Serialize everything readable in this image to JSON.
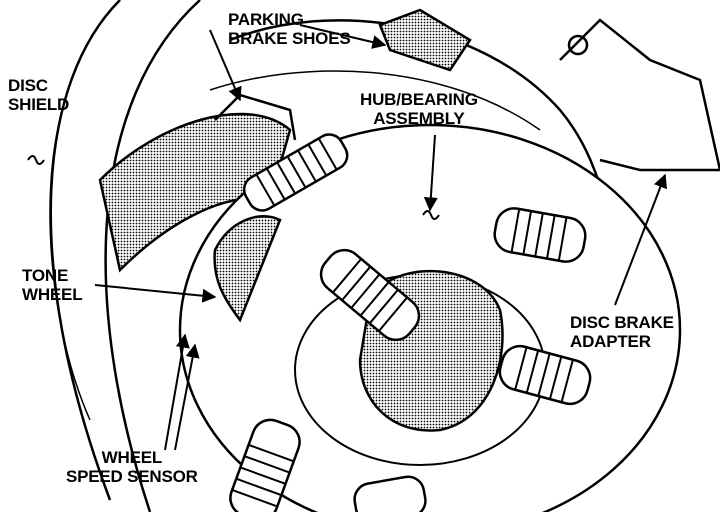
{
  "labels": {
    "parking_brake_shoes": [
      "PARKING",
      "BRAKE SHOES"
    ],
    "disc_shield": [
      "DISC",
      "SHIELD"
    ],
    "hub_bearing_assembly": [
      "HUB/BEARING",
      "ASSEMBLY"
    ],
    "tone_wheel": [
      "TONE",
      "WHEEL"
    ],
    "disc_brake_adapter": [
      "DISC BRAKE",
      "ADAPTER"
    ],
    "wheel_speed_sensor": [
      "WHEEL",
      "SPEED SENSOR"
    ]
  },
  "colors": {
    "ink": "#000000",
    "paper": "#ffffff",
    "shade": "#9a9a9a"
  }
}
